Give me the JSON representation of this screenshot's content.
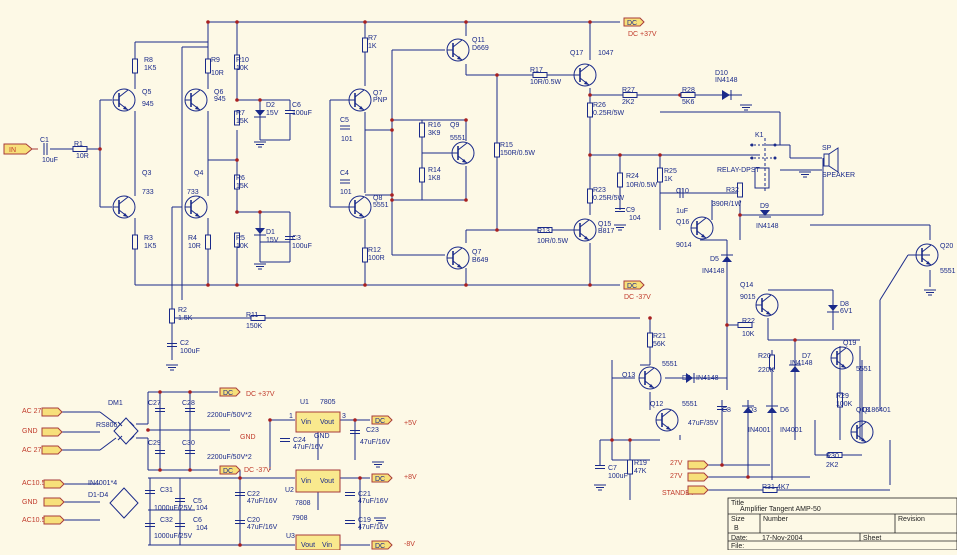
{
  "ports": {
    "in": "IN",
    "dc_pos_top": "DC",
    "dc_pos_top_note": "DC +37V",
    "dc_neg_mid": "DC",
    "dc_neg_mid_note": "DC -37V",
    "ac27_a": "AC 27V",
    "gnd_a": "GND",
    "ac27_b": "AC 27V",
    "ac10_a": "AC10.5",
    "gnd_b": "GND",
    "ac10_b": "AC10.5",
    "dc_psu_pos": "DC",
    "dc_psu_pos_note": "DC +37V",
    "psu_gnd": "GND",
    "dc_psu_neg": "DC",
    "dc_psu_neg_note": "DC -37V",
    "dc5": "DC",
    "dc5_note": "+5V",
    "dc8": "DC",
    "dc8_note": "+8V",
    "dcm8": "DC",
    "dcm8_note": "-8V",
    "v27_a": "27V",
    "v27_b": "27V",
    "standby": "STANDBY"
  },
  "components": {
    "c1": "C1",
    "c1_v": "10uF",
    "r1": "R1",
    "r1_v": "10R",
    "r8": "R8",
    "r8_v": "1K5",
    "r9": "R9",
    "r9_v": "10R",
    "r10": "R10",
    "r10_v": "10K",
    "r7a": "R7",
    "r7a_v": "15K",
    "d2": "D2",
    "d2_v": "15V",
    "c6": "C6",
    "c6_v": "100uF",
    "q5": "Q5",
    "q5_v": "945",
    "q6": "Q6",
    "q6_v": "945",
    "q3": "Q3",
    "q3_v": "733",
    "q4": "Q4",
    "q4_v": "733",
    "r6": "R6",
    "r6_v": "15K",
    "r3": "R3",
    "r3_v": "1K5",
    "r4": "R4",
    "r4_v": "10R",
    "r5": "R5",
    "r5_v": "10K",
    "d1": "D1",
    "d1_v": "15V",
    "c3": "C3",
    "c3_v": "100uF",
    "r2": "R2",
    "r2_v": "1.5K",
    "c2": "C2",
    "c2_v": "100uF",
    "r11": "R11",
    "r11_v": "150K",
    "r7b": "R7",
    "r7b_v": "1K",
    "q7a": "Q7",
    "q7a_v": "PNP",
    "c5": "C5",
    "c5_v": "101",
    "c4": "C4",
    "c4_v": "101",
    "q8": "Q8",
    "q8_v": "5551",
    "r12": "R12",
    "r12_v": "100R",
    "q11": "Q11",
    "q11_v": "D669",
    "r16": "R16",
    "r16_v": "3K9",
    "q9": "Q9",
    "q9_v": "5551",
    "r14": "R14",
    "r14_v": "1K8",
    "r15": "R15",
    "r15_v": "150R/0.5W",
    "q7b": "Q7",
    "q7b_v": "B649",
    "r17": "R17",
    "r17_v": "10R/0.5W",
    "r13": "R13",
    "r13_v": "10R/0.5W",
    "q17": "Q17",
    "q17_v": "1047",
    "r26": "R26",
    "r26_v": "0.25R/5W",
    "r23": "R23",
    "r23_v": "0.25R/5W",
    "q15": "Q15",
    "q15_v": "B817",
    "r24": "R24",
    "r24_v": "10R/0.5W",
    "c9": "C9",
    "c9_v": "104",
    "r27": "R27",
    "r27_v": "2K2",
    "r28": "R28",
    "r28_v": "5K6",
    "d10": "D10",
    "d10_v": "IN4148",
    "k1": "K1",
    "relay": "RELAY-DPST",
    "sp": "SP",
    "speaker": "SPEAKER",
    "r25": "R25",
    "r25_v": "1K",
    "c10": "C10",
    "c10_v": "1uF",
    "r32": "R32",
    "r32_v": "390R/1W",
    "d9": "D9",
    "d9_v": "IN4148",
    "q16": "Q16",
    "q16_v": "9014",
    "d5": "D5",
    "d5_v": "IN4148",
    "q20": "Q20",
    "q20_v": "5551",
    "q14": "Q14",
    "q14_v": "9015",
    "d8": "D8",
    "d8_v": "6V1",
    "r22": "R22",
    "r22_v": "10K",
    "r21": "R21",
    "r21_v": "56K",
    "r20": "R20",
    "r20_v": "220K",
    "d7": "D7",
    "d7_v": "IN4148",
    "q19": "Q19",
    "q19_v": "5551",
    "q13": "Q13",
    "q13_v": "5551",
    "d4": "D4",
    "d4_v": "IN4148",
    "q12": "Q12",
    "q12_v": "5551",
    "c8": "C8",
    "c8_v": "47uF/35V",
    "d3": "D3",
    "d3_v": "IN4001",
    "d6": "D6",
    "d6_v": "IN4001",
    "r29": "R29",
    "r29_v": "100K",
    "q18": "Q18",
    "q18_v": "Q186401",
    "r30": "R30",
    "r30_v": "2K2",
    "c7": "C7",
    "c7_v": "100uF",
    "r19": "R19",
    "r19_v": "47K",
    "r31": "R31",
    "r31_v": "4K7",
    "dm1": "DM1",
    "rs": "RS806",
    "c27": "C27",
    "c28": "C28",
    "c29": "C29",
    "c30": "C30",
    "cap_note_a": "2200uF/50V*2",
    "cap_note_b": "2200uF/50V*2",
    "d1d4_note": "IN4001*4",
    "d1d4": "D1-D4",
    "c31": "C31",
    "c31_v": "1000uF/25V",
    "c5b": "C5",
    "c5b_v": "104",
    "c32": "C32",
    "c32_v": "1000uF/25V",
    "c6b": "C6",
    "c6b_v": "104",
    "u1": "U1",
    "u1_v": "7805",
    "u2": "U2",
    "u2_v": "7808",
    "u3": "U3",
    "u3_v": "7908",
    "vin": "Vin",
    "vout": "Vout",
    "gnd_pin": "GND",
    "pin1": "1",
    "pin2": "2",
    "pin3": "3",
    "c24": "C24",
    "c24_v": "47uF/16V",
    "c23": "C23",
    "c23_v": "47uF/16V",
    "c22": "C22",
    "c22_v": "47uF/16V",
    "c21": "C21",
    "c21_v": "47uF/16V",
    "c20": "C20",
    "c20_v": "47uF/16V",
    "c19": "C19",
    "c19_v": "47uF/16V"
  },
  "title_block": {
    "title_label": "Title",
    "title": "Amplifier Tangent AMP-50",
    "size_label": "Size",
    "size": "B",
    "number_label": "Number",
    "revision_label": "Revision",
    "date_label": "Date:",
    "date": "17-Nov-2004",
    "sheet_label": "Sheet",
    "file_label": "File:"
  },
  "colors": {
    "background": "#fdf9e6",
    "wire": "#1a2a8a",
    "label_red": "#c03a2a",
    "port_fill": "#f7e07a"
  }
}
